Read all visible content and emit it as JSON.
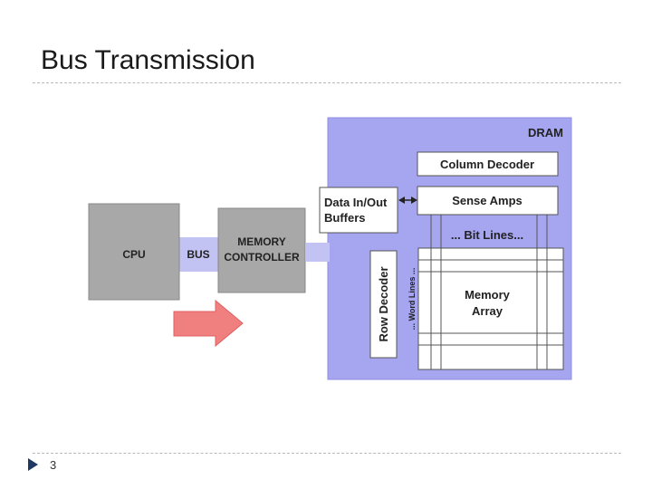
{
  "slide": {
    "title": "Bus Transmission",
    "page_number": "3"
  },
  "diagram": {
    "cpu_label": "CPU",
    "bus_label": "BUS",
    "memory_controller_label": [
      "MEMORY",
      "CONTROLLER"
    ],
    "dram_label": "DRAM",
    "column_decoder_label": "Column Decoder",
    "sense_amps_label": "Sense Amps",
    "data_buffers_label": [
      "Data In/Out",
      "Buffers"
    ],
    "bit_lines_label": "... Bit Lines...",
    "row_decoder_label": "Row Decoder",
    "word_lines_label": "... Word Lines ...",
    "memory_array_label": [
      "Memory",
      "Array"
    ],
    "colors": {
      "dram_fill": "#a5a5f0",
      "bus_fill": "#c2c2f3",
      "block_fill": "#a8a8a8",
      "arrow_fill": "#f08080",
      "box_fill": "#ffffff",
      "text": "#222222"
    }
  }
}
